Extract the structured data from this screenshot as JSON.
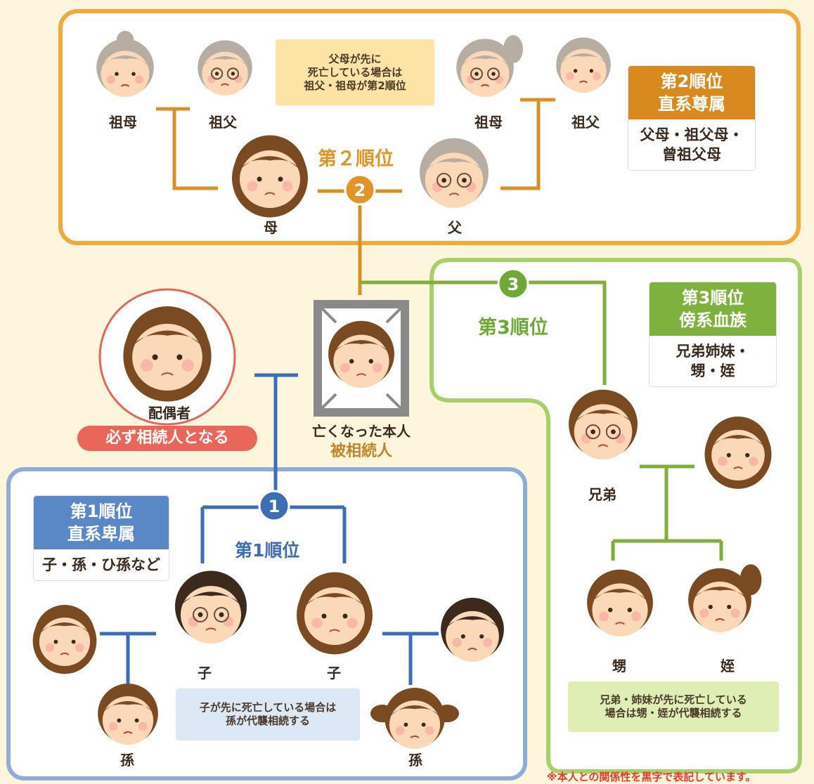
{
  "colors": {
    "rank1": "#5a87c6",
    "rank2": "#e0952a",
    "rank3": "#8ec04a",
    "spouse": "#e8675a",
    "background": "#fdf6dc"
  },
  "rank2": {
    "badge": "2",
    "title": "第２順位",
    "box_head": "第2順位\n直系尊属",
    "box_body": "父母・祖父母・\n曾祖父母",
    "note": "父母が先に\n死亡している場合は\n祖父・祖母が第2順位",
    "people": {
      "grandmother_left": "祖母",
      "grandfather_left": "祖父",
      "grandmother_right": "祖母",
      "grandfather_right": "祖父",
      "mother": "母",
      "father": "父"
    }
  },
  "deceased": {
    "label": "亡くなった本人",
    "role": "被相続人"
  },
  "spouse": {
    "label": "配偶者",
    "pill": "必ず相続人となる"
  },
  "rank3": {
    "badge": "3",
    "title": "第3順位",
    "box_head": "第3順位\n傍系血族",
    "box_body": "兄弟姉妹・\n甥・姪",
    "note": "兄弟・姉妹が先に死亡している\n場合は甥・姪が代襲相続する",
    "people": {
      "sibling": "兄弟",
      "nephew": "甥",
      "niece": "姪"
    }
  },
  "rank1": {
    "badge": "1",
    "title": "第1順位",
    "box_head": "第1順位\n直系卑属",
    "box_body": "子・孫・ひ孫など",
    "note": "子が先に死亡している場合は\n孫が代襲相続する",
    "people": {
      "child_left": "子",
      "child_right": "子",
      "grandchild_left": "孫",
      "grandchild_right": "孫"
    }
  },
  "footnote": "※本人との関係性を黒字で表記しています。"
}
